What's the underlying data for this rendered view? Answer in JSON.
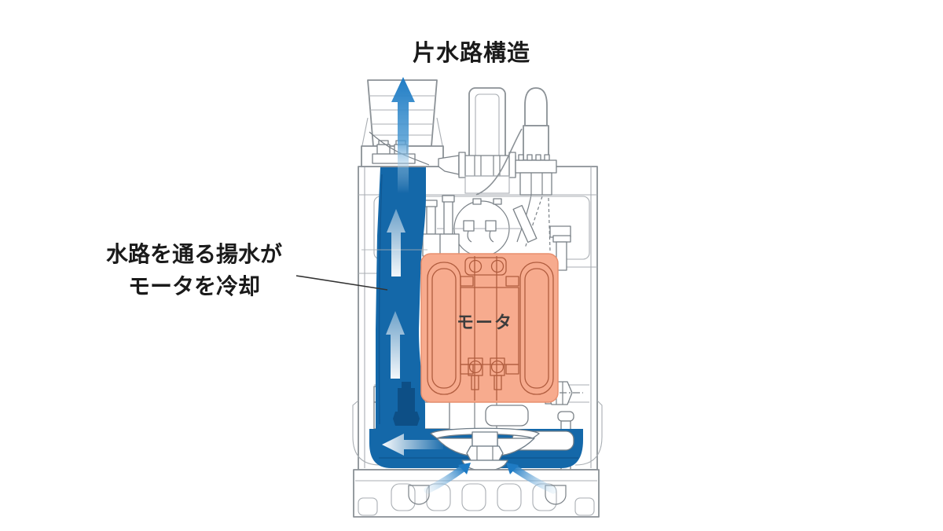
{
  "diagram": {
    "title": "片水路構造",
    "annotation": {
      "line1": "水路を通る揚水が",
      "line2": "モータを冷却"
    },
    "motor_label": "モータ",
    "flow_arrows": {
      "discharge": "up-arrow-at-outlet",
      "channel": "two-up-arrows-in-side-water-channel",
      "volute": "left-arrow-in-pump-casing",
      "suction": "two-curved-arrows-into-bottom-inlet"
    },
    "colors": {
      "water_blue": "#1468a9",
      "water_blue_dark": "#0d4f86",
      "arrow_blue": "#1e7bc4",
      "motor_overlay": "#f7ab8e",
      "motor_outline": "#e8906f",
      "motor_line": "#b05c3e",
      "casing_line": "#8b9196",
      "casing_line_light": "#a9aeb3",
      "text_color": "#1a1a1a"
    }
  }
}
